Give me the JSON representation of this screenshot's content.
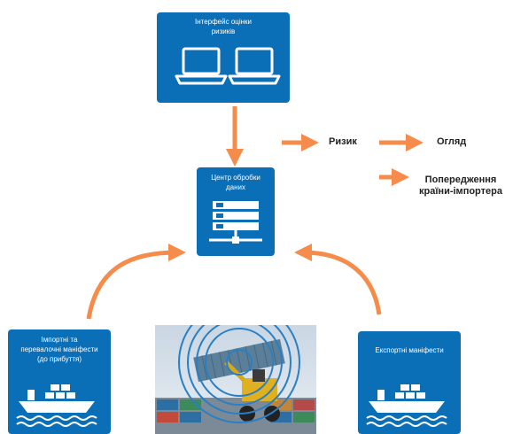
{
  "boxes": {
    "risk_interface": {
      "title": "Інтерфейс оцінки\nризиків"
    },
    "data_center": {
      "title": "Центр обробки\nданих"
    },
    "import_manifests": {
      "title": "Імпортні та\nперевалочні маніфести\n(до прибуття)"
    },
    "export_manifests": {
      "title": "Експортні маніфести"
    }
  },
  "flow_labels": {
    "risk": "Ризик",
    "review": "Огляд",
    "warning": "Попередження\nкраїни-імпортера"
  },
  "colors": {
    "box_blue": "#0a6fb6",
    "arrow_orange": "#f58c4b",
    "ring_blue": "#2a7fc4"
  },
  "icons": {
    "laptops": "laptop-icon",
    "server": "server-icon",
    "ship": "cargo-ship-icon"
  }
}
